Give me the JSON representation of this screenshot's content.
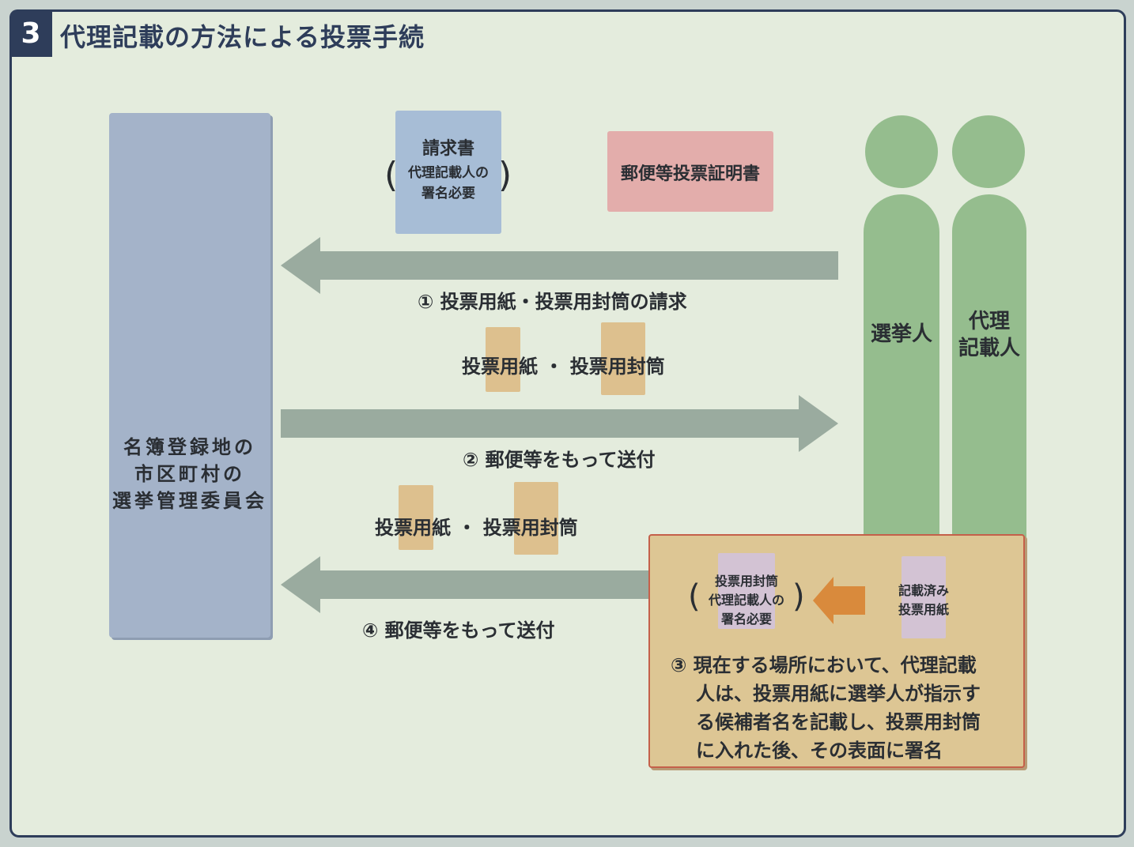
{
  "title": {
    "number": "3",
    "text": "代理記載の方法による投票手続"
  },
  "committee": {
    "lines": [
      "名簿登録地の",
      "市区町村の",
      "選挙管理委員会"
    ]
  },
  "documents": {
    "request_title": "請求書",
    "request_note_line1": "代理記載人の",
    "request_note_line2": "署名必要",
    "certificate": "郵便等投票証明書"
  },
  "steps": {
    "step1": "① 投票用紙・投票用封筒の請求",
    "step2": "② 郵便等をもって送付",
    "step4": "④ 郵便等をもって送付",
    "step3_lines": [
      "③ 現在する場所において、代理記載",
      "人は、投票用紙に選挙人が指示す",
      "る候補者名を記載し、投票用封筒",
      "に入れた後、その表面に署名"
    ]
  },
  "materials": {
    "upper": "投票用紙 ・ 投票用封筒",
    "lower": "投票用紙 ・ 投票用封筒"
  },
  "people": {
    "voter": "選挙人",
    "proxy_line1": "代理",
    "proxy_line2": "記載人"
  },
  "box3": {
    "envelope_line1": "投票用封筒",
    "envelope_line2": "代理記載人の",
    "envelope_line3": "署名必要",
    "filled_line1": "記載済み",
    "filled_line2": "投票用紙"
  },
  "colors": {
    "frame": "#2e3d5a",
    "committee": "#a4b3c9",
    "people": "#95bd8e",
    "arrow": "#9aab9f",
    "envelope": "#ddc08e",
    "certificate": "#e3adab",
    "request": "#a7bdd6",
    "step3_box": "#ddc694",
    "orange_arrow": "#d98a3c"
  }
}
